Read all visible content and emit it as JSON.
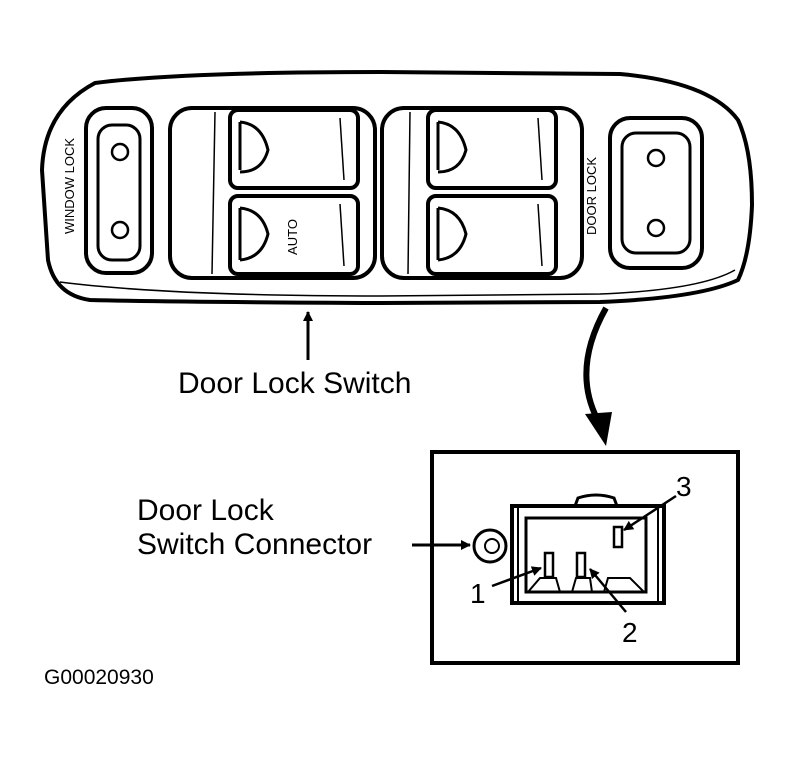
{
  "labels": {
    "window_lock": "WINDOW LOCK",
    "auto": "AUTO",
    "door_lock": "DOOR LOCK",
    "door_lock_switch": "Door Lock Switch",
    "connector_line1": "Door Lock",
    "connector_line2": "Switch Connector",
    "pin_1": "1",
    "pin_2": "2",
    "pin_3": "3",
    "figure_id": "G00020930"
  }
}
